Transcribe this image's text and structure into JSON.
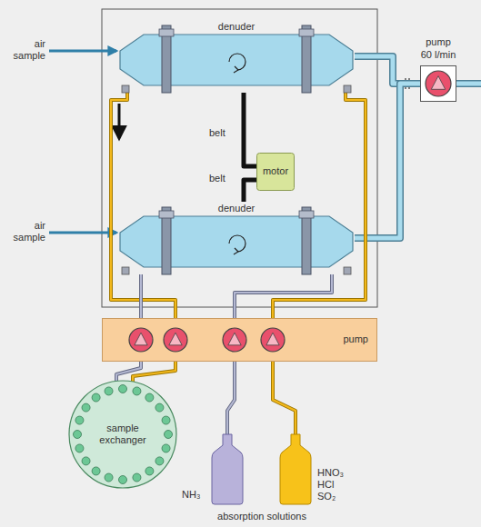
{
  "diagram": {
    "nodes": [
      {
        "text": [
          "denuder"
        ]
      },
      {
        "text": [
          "motor"
        ]
      },
      {
        "text": [
          "denuder"
        ]
      },
      {
        "text": [
          "pump",
          "60 l/min"
        ]
      },
      {
        "text": [
          "pump"
        ]
      },
      {
        "text": [
          "sample exchanger"
        ]
      },
      {
        "text": [
          "NH₃"
        ]
      },
      {
        "text": [
          "HNO₃ HCl SO₂"
        ]
      }
    ],
    "edges": [
      {
        "from": 0,
        "to": 3,
        "arrow": "none"
      },
      {
        "from": 2,
        "to": 3,
        "arrow": "none"
      },
      {
        "from": 0,
        "to": 1,
        "arrow": "none"
      },
      {
        "from": 1,
        "to": 2,
        "arrow": "none"
      },
      {
        "from": 0,
        "to": 4,
        "arrow": "none"
      },
      {
        "from": 2,
        "to": 4,
        "arrow": "none"
      },
      {
        "from": 0,
        "to": 4,
        "arrow": "none"
      },
      {
        "from": 2,
        "to": 4,
        "arrow": "none"
      },
      {
        "from": 4,
        "to": 5,
        "arrow": "none"
      },
      {
        "from": 4,
        "to": 5,
        "arrow": "none"
      },
      {
        "from": 4,
        "to": 6,
        "arrow": "none"
      },
      {
        "from": 4,
        "to": 7,
        "arrow": "none"
      }
    ],
    "labels": [
      "air sample",
      "air sample",
      "belt",
      "belt",
      "absorption solutions"
    ]
  }
}
